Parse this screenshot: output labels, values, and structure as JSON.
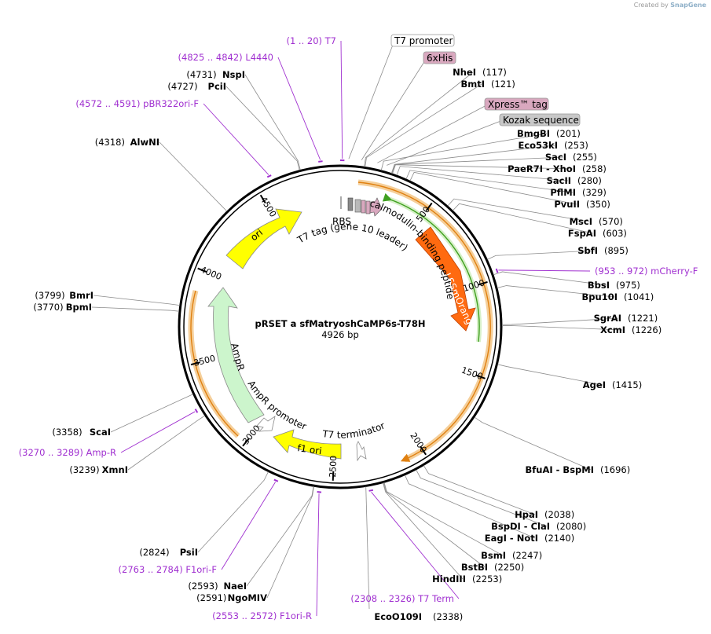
{
  "credit": {
    "prefix": "Created by",
    "brand": "SnapGene"
  },
  "plasmid": {
    "name": "pRSET a sfMatryoshCaMP6s-T78H",
    "size_label": "4926 bp",
    "length": 4926
  },
  "ticks": [
    {
      "label": "500",
      "pos": 500
    },
    {
      "label": "1000",
      "pos": 1000
    },
    {
      "label": "1500",
      "pos": 1500
    },
    {
      "label": "2000",
      "pos": 2000
    },
    {
      "label": "2500",
      "pos": 2500
    },
    {
      "label": "3000",
      "pos": 3000
    },
    {
      "label": "3500",
      "pos": 3500
    },
    {
      "label": "4000",
      "pos": 4000
    },
    {
      "label": "4500",
      "pos": 4500
    }
  ],
  "sites_right": [
    {
      "name": "NheI",
      "num": "(117)",
      "pos": 117
    },
    {
      "name": "BmtI",
      "num": "(121)",
      "pos": 121
    },
    {
      "name": "BmgBI",
      "num": "(201)",
      "pos": 201
    },
    {
      "name": "Eco53kI",
      "num": "(253)",
      "pos": 253
    },
    {
      "name": "SacI",
      "num": "(255)",
      "pos": 255
    },
    {
      "name": "PaeR7I - XhoI",
      "num": "(258)",
      "pos": 258
    },
    {
      "name": "SacII",
      "num": "(280)",
      "pos": 280
    },
    {
      "name": "PflMI",
      "num": "(329)",
      "pos": 329
    },
    {
      "name": "PvuII",
      "num": "(350)",
      "pos": 350
    },
    {
      "name": "MscI",
      "num": "(570)",
      "pos": 570
    },
    {
      "name": "FspAI",
      "num": "(603)",
      "pos": 603
    },
    {
      "name": "SbfI",
      "num": "(895)",
      "pos": 895
    },
    {
      "name": "BbsI",
      "num": "(975)",
      "pos": 975
    },
    {
      "name": "Bpu10I",
      "num": "(1041)",
      "pos": 1041
    },
    {
      "name": "SgrAI",
      "num": "(1221)",
      "pos": 1221
    },
    {
      "name": "XcmI",
      "num": "(1226)",
      "pos": 1226
    },
    {
      "name": "AgeI",
      "num": "(1415)",
      "pos": 1415
    },
    {
      "name": "BfuAI - BspMI",
      "num": "(1696)",
      "pos": 1696
    },
    {
      "name": "HpaI",
      "num": "(2038)",
      "pos": 2038
    },
    {
      "name": "BspDI - ClaI",
      "num": "(2080)",
      "pos": 2080
    },
    {
      "name": "EagI - NotI",
      "num": "(2140)",
      "pos": 2140
    },
    {
      "name": "BsmI",
      "num": "(2247)",
      "pos": 2247
    },
    {
      "name": "BstBI",
      "num": "(2250)",
      "pos": 2250
    },
    {
      "name": "HindIII",
      "num": "(2253)",
      "pos": 2253
    }
  ],
  "sites_left": [
    {
      "name": "NspI",
      "num": "(4731)",
      "pos": 4731
    },
    {
      "name": "PciI",
      "num": "(4727)",
      "pos": 4727
    },
    {
      "name": "AlwNI",
      "num": "(4318)",
      "pos": 4318
    },
    {
      "name": "BmrI",
      "num": "(3799)",
      "pos": 3799
    },
    {
      "name": "BpmI",
      "num": "(3770)",
      "pos": 3770
    },
    {
      "name": "ScaI",
      "num": "(3358)",
      "pos": 3358
    },
    {
      "name": "XmnI",
      "num": "(3239)",
      "pos": 3239
    },
    {
      "name": "PsiI",
      "num": "(2824)",
      "pos": 2824
    },
    {
      "name": "NaeI",
      "num": "(2593)",
      "pos": 2593
    },
    {
      "name": "NgoMIV",
      "num": "(2591)",
      "pos": 2591
    }
  ],
  "site_bottom": {
    "name": "EcoO109I",
    "num": "(2338)",
    "pos": 2338
  },
  "primers": [
    {
      "range": "(1 .. 20)",
      "name": "T7",
      "pos": 10
    },
    {
      "range": "(4825 .. 4842)",
      "name": "L4440",
      "pos": 4833
    },
    {
      "range": "(4572 .. 4591)",
      "name": "pBR322ori-F",
      "pos": 4581
    },
    {
      "range": "(953 .. 972)",
      "name": "mCherry-F",
      "pos": 962
    },
    {
      "range": "(3270 .. 3289)",
      "name": "Amp-R",
      "pos": 3280
    },
    {
      "range": "(2763 .. 2784)",
      "name": "F1ori-F",
      "pos": 2773
    },
    {
      "range": "(2553 .. 2572)",
      "name": "F1ori-R",
      "pos": 2562
    },
    {
      "range": "(2308 .. 2326)",
      "name": "T7 Term",
      "pos": 2317
    }
  ],
  "boxed_labels": [
    {
      "text": "T7 promoter",
      "fill": "#ffffff",
      "pos": 40
    },
    {
      "text": "6xHis",
      "fill": "#d9a8bf",
      "pos": 100
    },
    {
      "text": "Xpress™ tag",
      "fill": "#d9a8bf",
      "pos": 175
    },
    {
      "text": "Kozak sequence",
      "fill": "#c8c8c8",
      "pos": 220
    }
  ],
  "features": {
    "lssmorange": "LSSmOrange",
    "ori": "ori",
    "ampr": "AmpR",
    "ampr_promoter": "AmpR promoter",
    "f1_ori": "f1 ori",
    "t7_terminator": "T7 terminator",
    "rbs": "RBS",
    "t7_tag": "T7 tag (gene 10 leader)",
    "calmodulin": "calmodulin-binding peptide"
  },
  "colors": {
    "backbone": "#000000",
    "ori": "#ffff00",
    "ampr": "#ccf5cc",
    "lssmorange": "#ff6a10",
    "orange_ring": "#f0b05a",
    "green_ring": "#40b020",
    "primer": "#a030d0"
  }
}
